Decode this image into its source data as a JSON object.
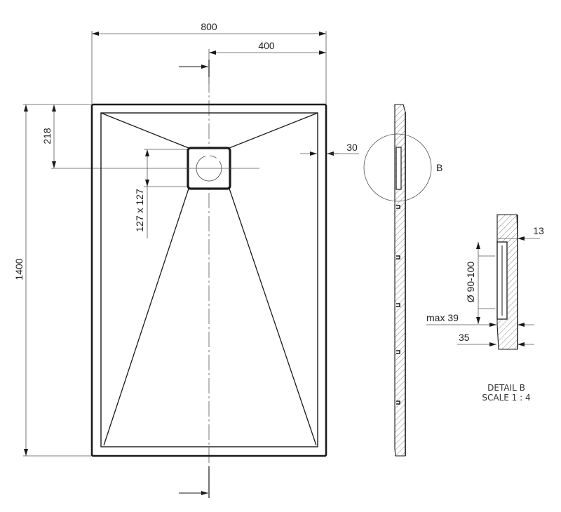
{
  "drawing": {
    "title": "Shower tray technical drawing",
    "stroke_color": "#1a1a1a",
    "thin_color": "#555555",
    "dimensions": {
      "width": "800",
      "half_width": "400",
      "length": "1400",
      "drain_offset": "218",
      "drain_size": "127 x 127",
      "rim": "30"
    },
    "detail_marker": "B",
    "detail": {
      "dim_top": "13",
      "drain_diameter": "Ø 90-100",
      "max_depth": "max 39",
      "thickness": "35",
      "title_line1": "DETAIL B",
      "title_line2": "SCALE 1 : 4"
    }
  }
}
